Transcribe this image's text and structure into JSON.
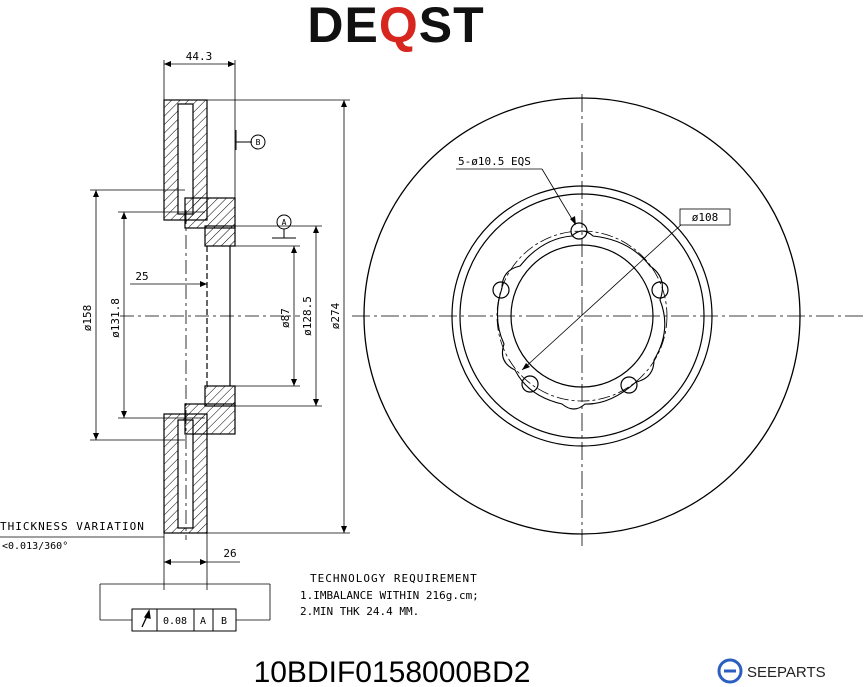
{
  "brand": {
    "left": "DE",
    "q": "Q",
    "right": "ST",
    "q_color": "#d7261e",
    "text_color": "#111111"
  },
  "part_number": "10BDIF0158000BD2",
  "footer_brand": "SEEPARTS",
  "dimensions": {
    "overall_thickness": "44.3",
    "d158": "ø158",
    "d131_8": "ø131.8",
    "hub_offset": "25",
    "d87": "ø87",
    "d128_5": "ø128.5",
    "d274": "ø274",
    "flange_thickness": "26",
    "bolt_holes": "5-ø10.5 EQS",
    "pcd": "ø108"
  },
  "datums": {
    "a": "A",
    "b": "B"
  },
  "thickness_variation": {
    "title": "THICKNESS VARIATION",
    "value": "<0.013/360°"
  },
  "runout_frame": {
    "tolerance": "0.08",
    "datum1": "A",
    "datum2": "B"
  },
  "technology": {
    "title": "TECHNOLOGY REQUIREMENT",
    "line1": "1.IMBALANCE WITHIN 216g.cm;",
    "line2": "2.MIN THK 24.4 MM."
  }
}
